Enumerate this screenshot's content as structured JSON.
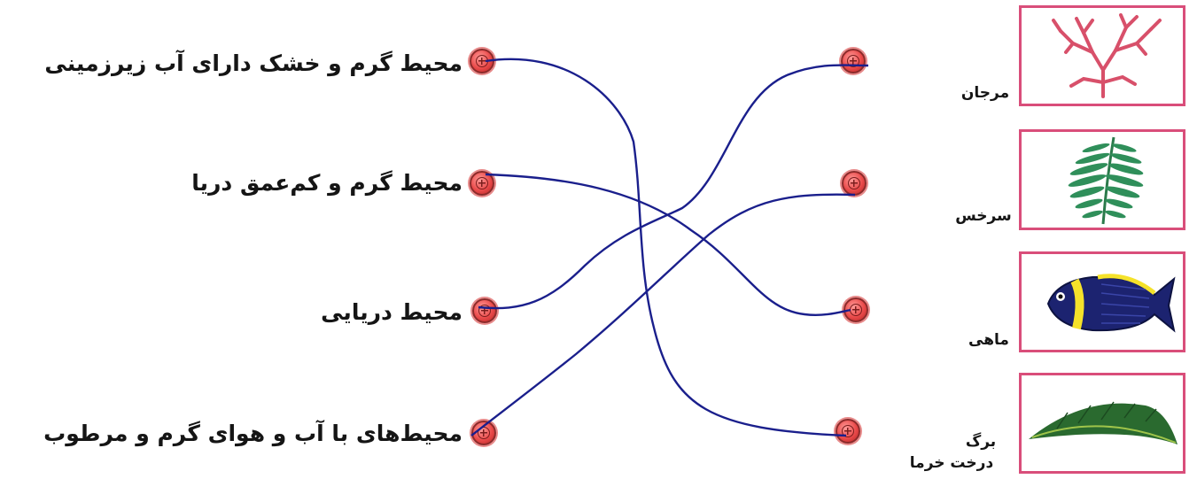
{
  "left_column": [
    {
      "label": "محیط گرم و خشک دارای آب زیرزمینی"
    },
    {
      "label": "محیط گرم و کم‌عمق دریا"
    },
    {
      "label": "محیط دریایی"
    },
    {
      "label": "محیط‌های با آب و هوای گرم و مرطوب"
    }
  ],
  "right_column": [
    {
      "label": "مرجان",
      "icon": "coral-icon"
    },
    {
      "label": "سرخس",
      "icon": "fern-icon"
    },
    {
      "label": "ماهی",
      "icon": "fish-icon"
    },
    {
      "label_line1": "برگ",
      "label_line2": "درخت خرما",
      "icon": "palm-leaf-icon"
    }
  ],
  "colors": {
    "line": "#1a1f8c",
    "card_border": "#d94e7a",
    "button": "#ea4a4a"
  }
}
